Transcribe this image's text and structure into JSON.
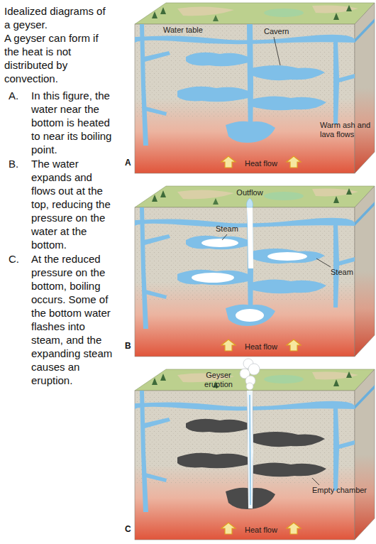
{
  "diagram": {
    "title": "Idealized diagrams of a geyser.",
    "labels": [
      "A geyser can form if the heat is not distributed by convection.",
      "A.",
      "In this figure, the water near the bottom is heated to near its boiling point.",
      "B.",
      "The water expands and flows out at the top, reducing the pressure on the water at the bottom.",
      "C.",
      "At the reduced pressure on the bottom, boiling occurs. Some of the bottom water flashes into steam, and the expanding steam causes an eruption.",
      "Water table",
      "Cavern",
      "Warm ash and lava flows",
      "Heat flow",
      "A",
      "Outflow",
      "Steam",
      "Steam",
      "Heat flow",
      "B",
      "Geyser eruption",
      "Empty chamber",
      "Heat flow",
      "C"
    ]
  }
}
